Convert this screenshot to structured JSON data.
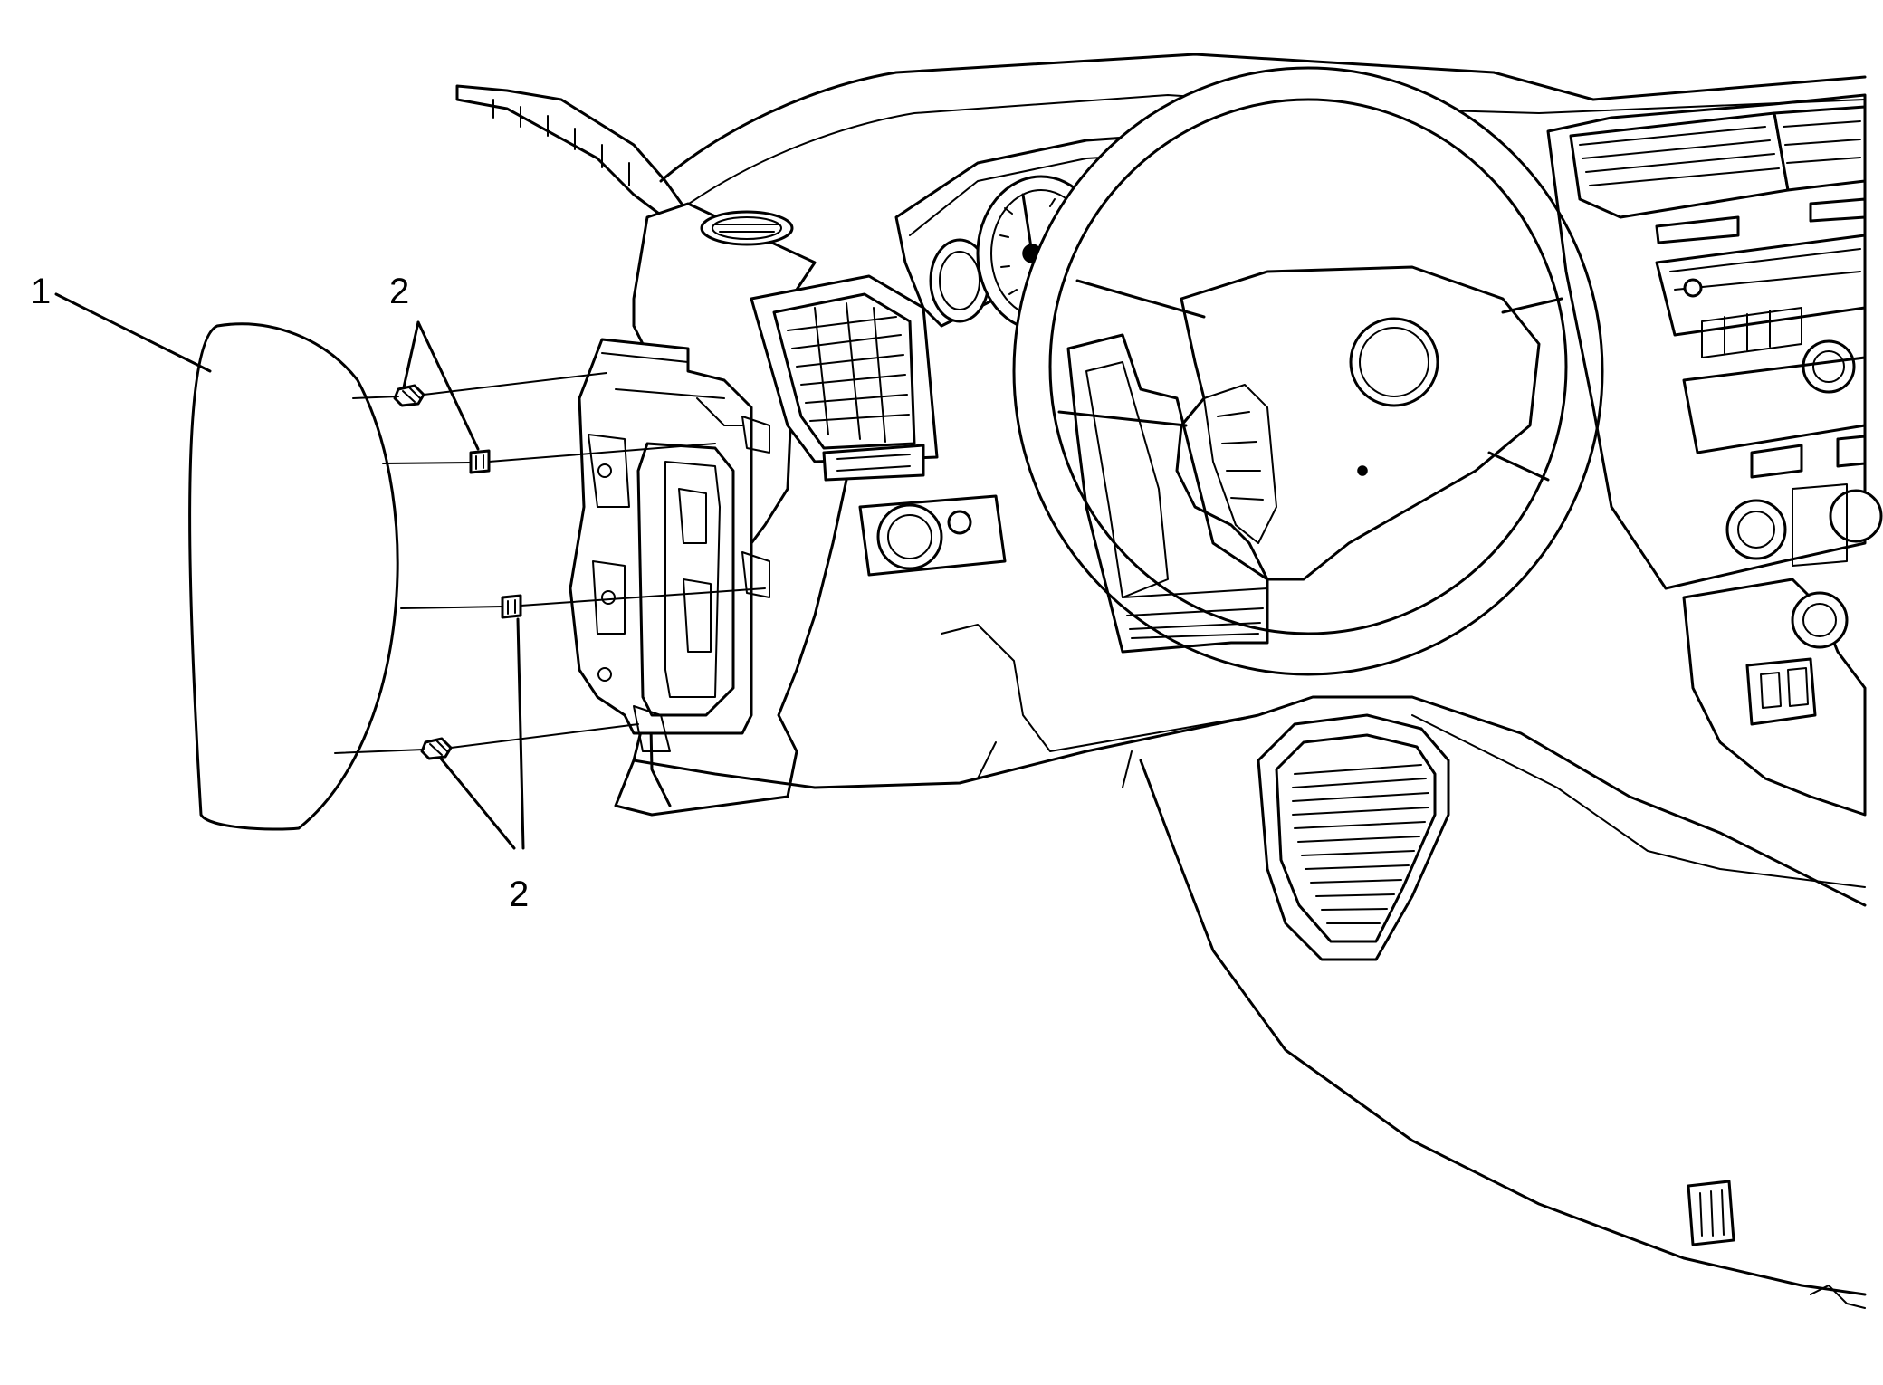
{
  "callouts": {
    "part_1": "1",
    "part_2_upper": "2",
    "part_2_lower": "2"
  },
  "colors": {
    "line": "#000000",
    "background": "#ffffff"
  }
}
